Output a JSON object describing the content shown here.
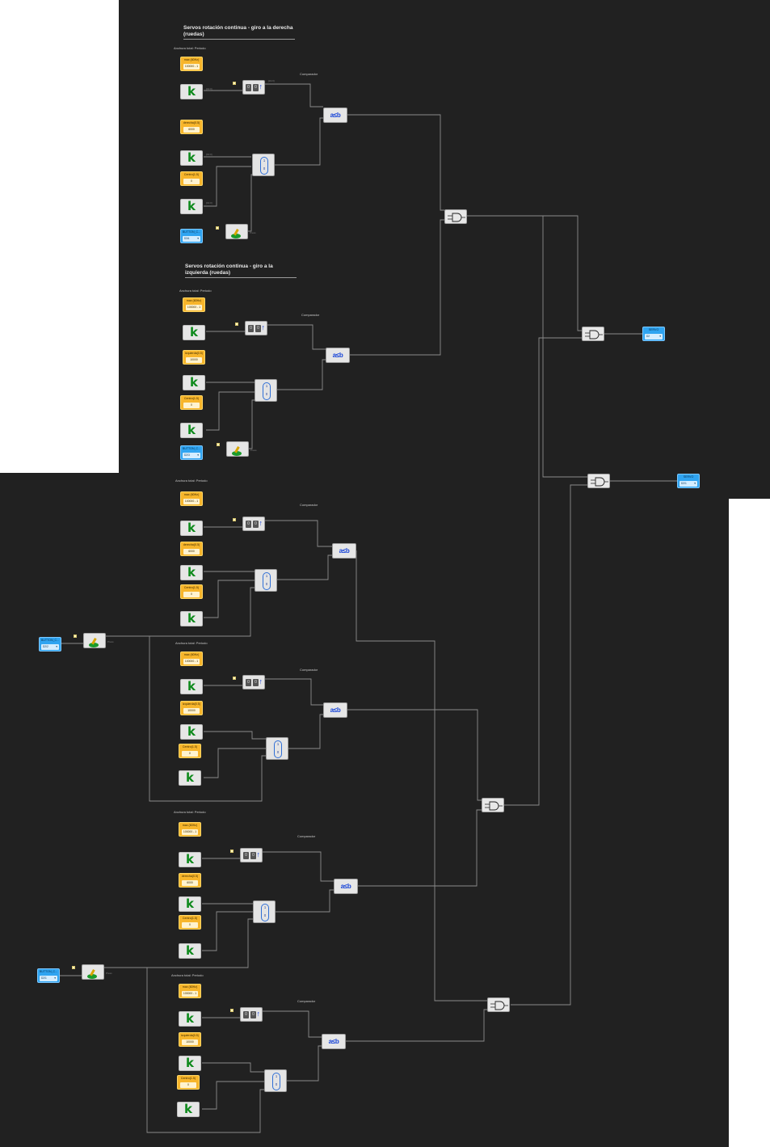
{
  "diagram": {
    "section_titles": {
      "right": "Servos rotación continua - giro a la derecha (ruedas)",
      "left": "Servos rotación continua - giro a la izquierda (ruedas)"
    },
    "group_label": "Anchura total: Periodo",
    "comparator_label": "Comparador",
    "labels": {
      "max": "max (60Hz)",
      "max_value": "100000 - 1",
      "derecha": "derecha(0.5)",
      "derecha_value": "6000",
      "izquierda": "izquierda(0.5)",
      "izquierda_value": "10000",
      "centro": "Centro(1.5)",
      "centro_value": "0",
      "k": "k",
      "compare_symbol": "a≤b",
      "mux_one": "1",
      "mux_zero": "0",
      "counter_digits": "0",
      "counter_arrow": "↑",
      "bits": "[19:0]",
      "press": "Press",
      "button": "BUTTON_C...",
      "servo": "SERVO",
      "pins": {
        "b1": "D2A",
        "b2": "D2/3",
        "b3": "D2/2",
        "b4": "D2/1",
        "s1": "D2",
        "s2": "D2/1"
      },
      "dropdown": "▾"
    }
  }
}
